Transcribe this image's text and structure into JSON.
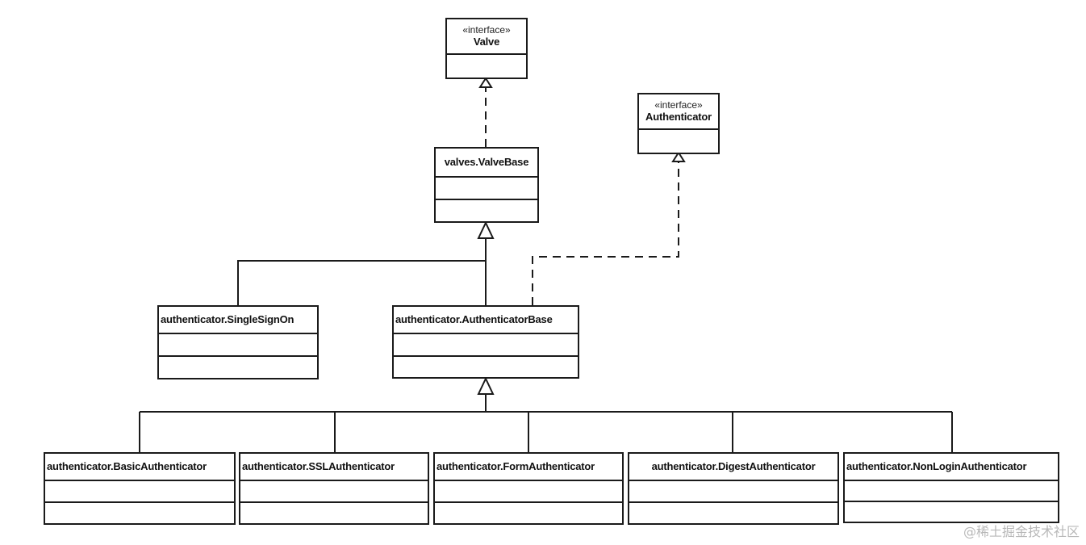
{
  "classes": {
    "valve": {
      "stereotype": "«interface»",
      "name": "Valve"
    },
    "authenticator": {
      "stereotype": "«interface»",
      "name": "Authenticator"
    },
    "valve_base": {
      "name": "valves.ValveBase"
    },
    "single_sign_on": {
      "name": "authenticator.SingleSignOn"
    },
    "authenticator_base": {
      "name": "authenticator.AuthenticatorBase"
    },
    "basic": {
      "name": "authenticator.BasicAuthenticator"
    },
    "ssl": {
      "name": "authenticator.SSLAuthenticator"
    },
    "form": {
      "name": "authenticator.FormAuthenticator"
    },
    "digest": {
      "name": "authenticator.DigestAuthenticator"
    },
    "non_login": {
      "name": "authenticator.NonLoginAuthenticator"
    }
  },
  "watermark": "@稀土掘金技术社区"
}
